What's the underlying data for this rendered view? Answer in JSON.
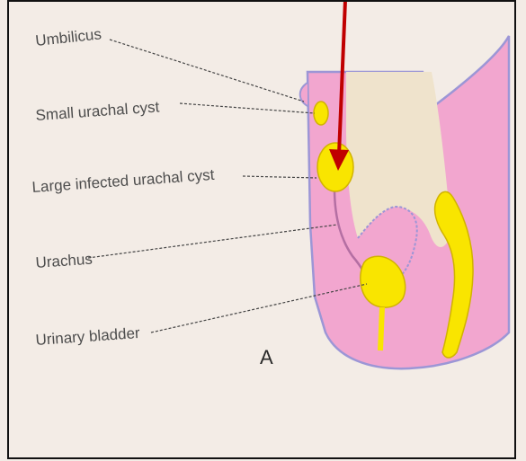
{
  "labels": {
    "umbilicus": "Umbilicus",
    "small_cyst": "Small urachal cyst",
    "large_cyst": "Large infected urachal cyst",
    "urachus": "Urachus",
    "bladder": "Urinary bladder"
  },
  "panel_letter": "A",
  "colors": {
    "background": "#f3ece6",
    "tissue_pink": "#f2a6cf",
    "tissue_outline": "#9c96d6",
    "cavity_beige": "#efe3cc",
    "cyst_yellow": "#f9e500",
    "arrow_red": "#c00000",
    "border": "#111111"
  }
}
